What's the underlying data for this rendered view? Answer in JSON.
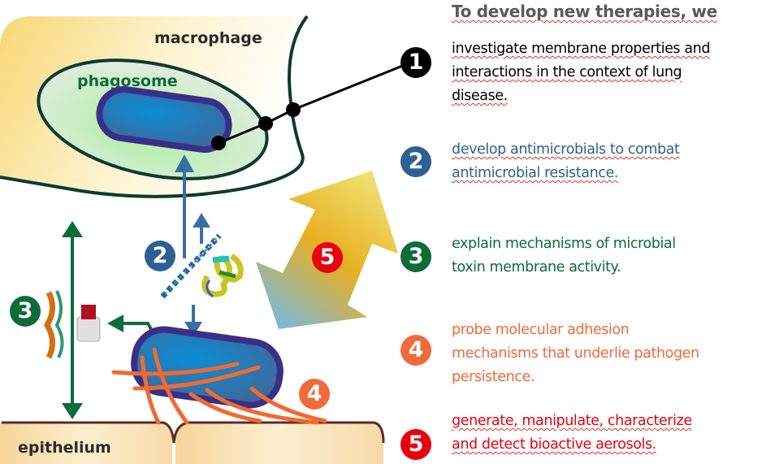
{
  "diagram": {
    "labels": {
      "macrophage": "macrophage",
      "phagosome": "phagosome",
      "epithelium": "epithelium"
    },
    "badges": {
      "b1": "1",
      "b2": "2",
      "b3": "3",
      "b4": "4",
      "b5": "5"
    },
    "icons": [
      "bacterium",
      "protein-helix",
      "protein-fold",
      "membrane-toxin",
      "pili",
      "double-arrow-aerosol"
    ]
  },
  "panel": {
    "heading": "To develop new therapies, we",
    "items": [
      {
        "number": "1",
        "color": "#000000",
        "text": "investigate membrane properties and interactions in the context of lung disease.",
        "lines": [
          "investigate membrane properties and",
          "interactions in the context of lung",
          "disease."
        ]
      },
      {
        "number": "2",
        "color": "#2e6095",
        "text": "develop antimicrobials to combat antimicrobial resistance.",
        "lines": [
          "develop antimicrobials to combat",
          "antimicrobial resistance."
        ]
      },
      {
        "number": "3",
        "color": "#0e6b3a",
        "text": "explain mechanisms of microbial toxin membrane activity.",
        "lines": [
          "explain mechanisms of microbial",
          "toxin membrane activity."
        ]
      },
      {
        "number": "4",
        "color": "#f26a3a",
        "text": "probe molecular adhesion mechanisms that underlie pathogen persistence.",
        "lines": [
          "probe molecular adhesion",
          "mechanisms that underlie pathogen",
          "persistence."
        ]
      },
      {
        "number": "5",
        "color": "#e8000e",
        "text": "generate, manipulate, characterize and detect bioactive aerosols.",
        "lines": [
          "generate, manipulate, characterize",
          "and detect bioactive aerosols."
        ]
      }
    ]
  },
  "colors": {
    "black": "#000000",
    "blue": "#2e6095",
    "green": "#0e6b3a",
    "orange": "#f26a3a",
    "red": "#e8000e",
    "heading": "#595959",
    "bacterium_outline": "#3a2f88",
    "bacterium_fill": "#1a7fc4"
  }
}
